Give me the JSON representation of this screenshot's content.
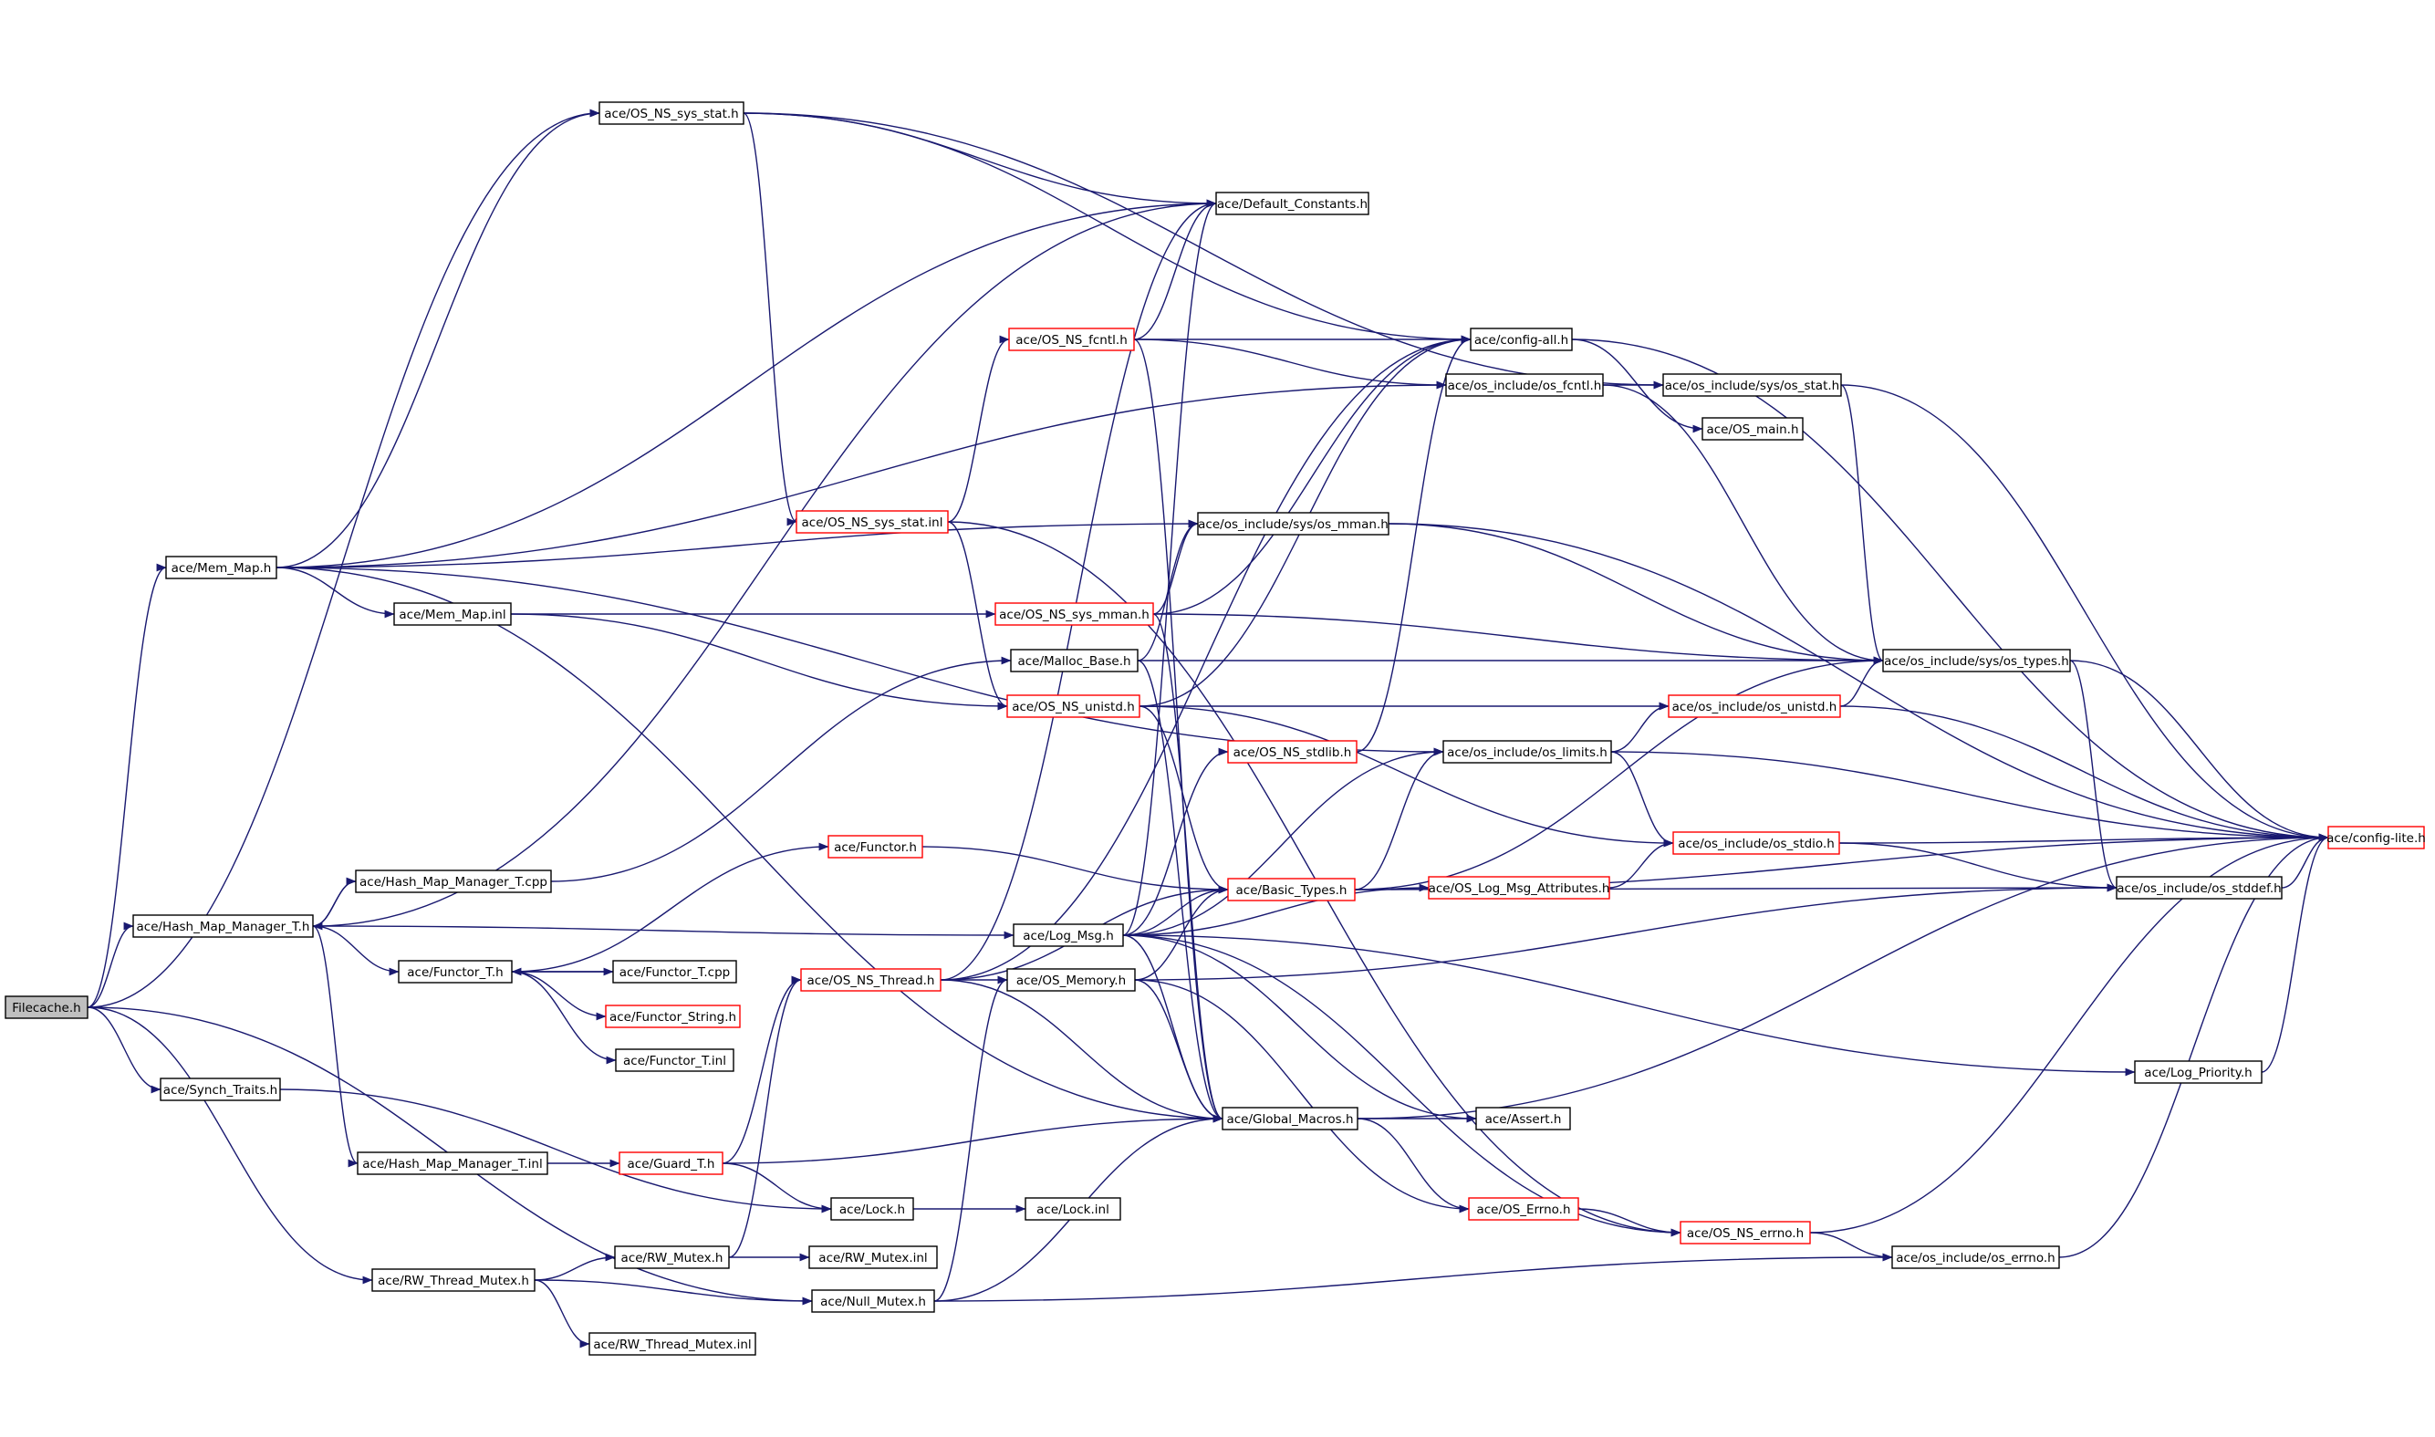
{
  "graph": {
    "type": "include-dependency-graph",
    "colors": {
      "edge": "#191970",
      "node_border": "#000000",
      "incomplete_node_border": "#ff0000",
      "root_fill": "#bfbfbf"
    },
    "nodes": [
      {
        "id": "filecache",
        "label": "Filecache.h",
        "root": true
      },
      {
        "id": "os_ns_sys_stat_h",
        "label": "ace/OS_NS_sys_stat.h"
      },
      {
        "id": "default_constants",
        "label": "ace/Default_Constants.h"
      },
      {
        "id": "os_ns_fcntl",
        "label": "ace/OS_NS_fcntl.h",
        "red": true
      },
      {
        "id": "config_all",
        "label": "ace/config-all.h"
      },
      {
        "id": "os_include_fcntl",
        "label": "ace/os_include/os_fcntl.h"
      },
      {
        "id": "os_include_sys_stat",
        "label": "ace/os_include/sys/os_stat.h"
      },
      {
        "id": "os_main",
        "label": "ace/OS_main.h"
      },
      {
        "id": "os_ns_sys_stat_inl",
        "label": "ace/OS_NS_sys_stat.inl",
        "red": true
      },
      {
        "id": "os_include_sys_mman",
        "label": "ace/os_include/sys/os_mman.h"
      },
      {
        "id": "mem_map_h",
        "label": "ace/Mem_Map.h"
      },
      {
        "id": "mem_map_inl",
        "label": "ace/Mem_Map.inl"
      },
      {
        "id": "os_ns_sys_mman",
        "label": "ace/OS_NS_sys_mman.h",
        "red": true
      },
      {
        "id": "malloc_base",
        "label": "ace/Malloc_Base.h"
      },
      {
        "id": "os_include_sys_types",
        "label": "ace/os_include/sys/os_types.h"
      },
      {
        "id": "os_ns_unistd",
        "label": "ace/OS_NS_unistd.h",
        "red": true
      },
      {
        "id": "os_include_unistd",
        "label": "ace/os_include/os_unistd.h",
        "red": true
      },
      {
        "id": "os_ns_stdlib",
        "label": "ace/OS_NS_stdlib.h",
        "red": true
      },
      {
        "id": "os_include_limits",
        "label": "ace/os_include/os_limits.h"
      },
      {
        "id": "functor_h",
        "label": "ace/Functor.h",
        "red": true
      },
      {
        "id": "os_include_stdio",
        "label": "ace/os_include/os_stdio.h",
        "red": true
      },
      {
        "id": "config_lite",
        "label": "ace/config-lite.h",
        "red": true
      },
      {
        "id": "hash_map_manager_t_cpp",
        "label": "ace/Hash_Map_Manager_T.cpp"
      },
      {
        "id": "basic_types",
        "label": "ace/Basic_Types.h",
        "red": true
      },
      {
        "id": "os_log_msg_attributes",
        "label": "ace/OS_Log_Msg_Attributes.h",
        "red": true
      },
      {
        "id": "os_include_stddef",
        "label": "ace/os_include/os_stddef.h"
      },
      {
        "id": "hash_map_manager_t_h",
        "label": "ace/Hash_Map_Manager_T.h"
      },
      {
        "id": "log_msg",
        "label": "ace/Log_Msg.h"
      },
      {
        "id": "functor_t_h",
        "label": "ace/Functor_T.h"
      },
      {
        "id": "functor_t_cpp",
        "label": "ace/Functor_T.cpp"
      },
      {
        "id": "os_ns_thread",
        "label": "ace/OS_NS_Thread.h",
        "red": true
      },
      {
        "id": "os_memory",
        "label": "ace/OS_Memory.h"
      },
      {
        "id": "functor_string",
        "label": "ace/Functor_String.h",
        "red": true
      },
      {
        "id": "functor_t_inl",
        "label": "ace/Functor_T.inl"
      },
      {
        "id": "log_priority",
        "label": "ace/Log_Priority.h"
      },
      {
        "id": "synch_traits",
        "label": "ace/Synch_Traits.h"
      },
      {
        "id": "global_macros",
        "label": "ace/Global_Macros.h"
      },
      {
        "id": "assert_h",
        "label": "ace/Assert.h"
      },
      {
        "id": "hash_map_manager_t_inl",
        "label": "ace/Hash_Map_Manager_T.inl"
      },
      {
        "id": "guard_t",
        "label": "ace/Guard_T.h",
        "red": true
      },
      {
        "id": "lock_h",
        "label": "ace/Lock.h"
      },
      {
        "id": "lock_inl",
        "label": "ace/Lock.inl"
      },
      {
        "id": "os_errno",
        "label": "ace/OS_Errno.h",
        "red": true
      },
      {
        "id": "os_ns_errno",
        "label": "ace/OS_NS_errno.h",
        "red": true
      },
      {
        "id": "rw_mutex_h",
        "label": "ace/RW_Mutex.h"
      },
      {
        "id": "rw_mutex_inl",
        "label": "ace/RW_Mutex.inl"
      },
      {
        "id": "os_include_errno",
        "label": "ace/os_include/os_errno.h"
      },
      {
        "id": "rw_thread_mutex_h",
        "label": "ace/RW_Thread_Mutex.h"
      },
      {
        "id": "null_mutex",
        "label": "ace/Null_Mutex.h"
      },
      {
        "id": "rw_thread_mutex_inl",
        "label": "ace/RW_Thread_Mutex.inl"
      }
    ],
    "edges": [
      [
        "filecache",
        "os_ns_sys_stat_h"
      ],
      [
        "filecache",
        "mem_map_h"
      ],
      [
        "filecache",
        "hash_map_manager_t_h"
      ],
      [
        "filecache",
        "synch_traits"
      ],
      [
        "filecache",
        "rw_thread_mutex_h"
      ],
      [
        "filecache",
        "null_mutex"
      ],
      [
        "os_ns_sys_stat_h",
        "default_constants"
      ],
      [
        "os_ns_sys_stat_h",
        "config_all"
      ],
      [
        "os_ns_sys_stat_h",
        "os_include_sys_stat"
      ],
      [
        "os_ns_sys_stat_h",
        "os_ns_sys_stat_inl"
      ],
      [
        "mem_map_h",
        "os_ns_sys_stat_h"
      ],
      [
        "mem_map_h",
        "default_constants"
      ],
      [
        "mem_map_h",
        "os_include_fcntl"
      ],
      [
        "mem_map_h",
        "os_include_sys_mman"
      ],
      [
        "mem_map_h",
        "mem_map_inl"
      ],
      [
        "mem_map_h",
        "os_include_limits"
      ],
      [
        "mem_map_h",
        "global_macros"
      ],
      [
        "mem_map_inl",
        "os_ns_sys_mman"
      ],
      [
        "mem_map_inl",
        "os_ns_unistd"
      ],
      [
        "os_ns_sys_stat_inl",
        "os_ns_fcntl"
      ],
      [
        "os_ns_sys_stat_inl",
        "os_ns_unistd"
      ],
      [
        "os_ns_sys_stat_inl",
        "os_ns_errno"
      ],
      [
        "os_ns_fcntl",
        "default_constants"
      ],
      [
        "os_ns_fcntl",
        "config_all"
      ],
      [
        "os_ns_fcntl",
        "os_include_fcntl"
      ],
      [
        "os_ns_fcntl",
        "global_macros"
      ],
      [
        "config_all",
        "os_main"
      ],
      [
        "config_all",
        "config_lite"
      ],
      [
        "os_include_fcntl",
        "os_include_sys_stat"
      ],
      [
        "os_include_fcntl",
        "os_include_sys_types"
      ],
      [
        "os_include_sys_stat",
        "os_include_sys_types"
      ],
      [
        "os_include_sys_stat",
        "config_lite"
      ],
      [
        "os_include_sys_mman",
        "os_include_sys_types"
      ],
      [
        "os_include_sys_mman",
        "config_lite"
      ],
      [
        "os_ns_sys_mman",
        "os_include_sys_mman"
      ],
      [
        "os_ns_sys_mman",
        "config_all"
      ],
      [
        "os_ns_sys_mman",
        "os_include_sys_types"
      ],
      [
        "os_ns_sys_mman",
        "global_macros"
      ],
      [
        "malloc_base",
        "os_include_sys_mman"
      ],
      [
        "malloc_base",
        "os_include_sys_types"
      ],
      [
        "malloc_base",
        "global_macros"
      ],
      [
        "os_include_sys_types",
        "config_lite"
      ],
      [
        "os_include_sys_types",
        "os_include_stddef"
      ],
      [
        "os_ns_unistd",
        "config_all"
      ],
      [
        "os_ns_unistd",
        "os_include_unistd"
      ],
      [
        "os_ns_unistd",
        "basic_types"
      ],
      [
        "os_ns_unistd",
        "os_include_stdio"
      ],
      [
        "os_include_unistd",
        "os_include_sys_types"
      ],
      [
        "os_include_unistd",
        "config_lite"
      ],
      [
        "os_ns_stdlib",
        "config_all"
      ],
      [
        "os_include_limits",
        "os_include_unistd"
      ],
      [
        "os_include_limits",
        "os_include_stdio"
      ],
      [
        "os_include_limits",
        "config_lite"
      ],
      [
        "functor_h",
        "basic_types"
      ],
      [
        "os_include_stdio",
        "config_lite"
      ],
      [
        "os_include_stdio",
        "os_include_stddef"
      ],
      [
        "hash_map_manager_t_cpp",
        "malloc_base"
      ],
      [
        "hash_map_manager_t_cpp",
        "hash_map_manager_t_h"
      ],
      [
        "basic_types",
        "os_include_limits"
      ],
      [
        "basic_types",
        "os_include_sys_types"
      ],
      [
        "basic_types",
        "config_lite"
      ],
      [
        "basic_types",
        "os_include_stddef"
      ],
      [
        "os_log_msg_attributes",
        "os_include_stdio"
      ],
      [
        "os_include_stddef",
        "config_lite"
      ],
      [
        "hash_map_manager_t_h",
        "default_constants"
      ],
      [
        "hash_map_manager_t_h",
        "hash_map_manager_t_cpp"
      ],
      [
        "hash_map_manager_t_h",
        "functor_t_h"
      ],
      [
        "hash_map_manager_t_h",
        "log_msg"
      ],
      [
        "hash_map_manager_t_h",
        "hash_map_manager_t_inl"
      ],
      [
        "log_msg",
        "default_constants"
      ],
      [
        "log_msg",
        "os_include_limits"
      ],
      [
        "log_msg",
        "basic_types"
      ],
      [
        "log_msg",
        "os_log_msg_attributes"
      ],
      [
        "log_msg",
        "os_ns_stdlib"
      ],
      [
        "log_msg",
        "log_priority"
      ],
      [
        "log_msg",
        "assert_h"
      ],
      [
        "log_msg",
        "global_macros"
      ],
      [
        "log_msg",
        "os_ns_errno"
      ],
      [
        "functor_t_h",
        "functor_h"
      ],
      [
        "functor_t_h",
        "functor_t_cpp"
      ],
      [
        "functor_t_h",
        "functor_string"
      ],
      [
        "functor_t_h",
        "functor_t_inl"
      ],
      [
        "functor_t_cpp",
        "functor_t_h"
      ],
      [
        "os_ns_thread",
        "os_memory"
      ],
      [
        "os_ns_thread",
        "basic_types"
      ],
      [
        "os_ns_thread",
        "global_macros"
      ],
      [
        "os_ns_thread",
        "config_all"
      ],
      [
        "os_ns_thread",
        "default_constants"
      ],
      [
        "os_memory",
        "basic_types"
      ],
      [
        "os_memory",
        "global_macros"
      ],
      [
        "os_memory",
        "os_include_stddef"
      ],
      [
        "os_memory",
        "os_errno"
      ],
      [
        "log_priority",
        "config_lite"
      ],
      [
        "synch_traits",
        "lock_h"
      ],
      [
        "global_macros",
        "assert_h"
      ],
      [
        "global_macros",
        "os_errno"
      ],
      [
        "global_macros",
        "config_lite"
      ],
      [
        "hash_map_manager_t_inl",
        "guard_t"
      ],
      [
        "guard_t",
        "os_ns_thread"
      ],
      [
        "guard_t",
        "global_macros"
      ],
      [
        "guard_t",
        "lock_h"
      ],
      [
        "lock_h",
        "lock_inl"
      ],
      [
        "os_errno",
        "os_ns_errno"
      ],
      [
        "os_ns_errno",
        "os_include_errno"
      ],
      [
        "os_ns_errno",
        "config_lite"
      ],
      [
        "rw_mutex_h",
        "rw_mutex_inl"
      ],
      [
        "rw_mutex_h",
        "os_ns_thread"
      ],
      [
        "os_include_errno",
        "config_lite"
      ],
      [
        "rw_thread_mutex_h",
        "rw_mutex_h"
      ],
      [
        "rw_thread_mutex_h",
        "null_mutex"
      ],
      [
        "rw_thread_mutex_h",
        "rw_thread_mutex_inl"
      ],
      [
        "null_mutex",
        "os_memory"
      ],
      [
        "null_mutex",
        "global_macros"
      ],
      [
        "null_mutex",
        "os_include_errno"
      ]
    ]
  }
}
